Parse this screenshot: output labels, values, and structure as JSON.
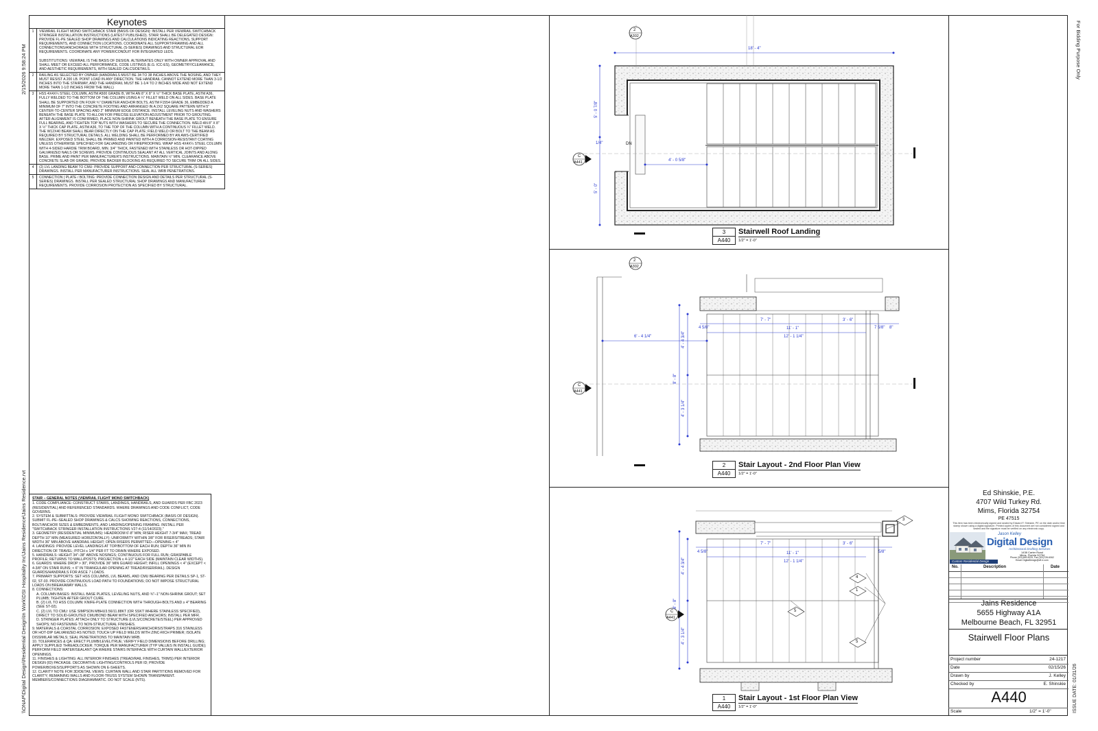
{
  "left_margin": {
    "timestamp": "2/15/2026 9:58:24 PM",
    "file_path": "\\\\ONAP\\Digital Design\\Residential Design\\In Work\\DSI Hospitality Inc\\Jains Residence\\Jains Residence.rvt"
  },
  "right_margin": {
    "bidding_note": "For Bidding Purpose Only",
    "issue_date": "ISSUE DATE: 01/31/26"
  },
  "keynotes": {
    "title": "Keynotes",
    "items": [
      {
        "num": "1",
        "text": "VIEWRAIL FLIGHT MONO SWITCHBACK STAIR (BASIS OF DESIGN): INSTALL PER VIEWRAIL SWITCHBACK STRINGER INSTALLATION INSTRUCTIONS (LATEST PUBLISHED). STAIR SHALL BE DELEGATED DESIGN: PROVIDE FL-PE SEALED SHOP DRAWINGS AND CALCULATIONS INDICATING REACTIONS, SUPPORT REQUIREMENTS, AND CONNECTION LOCATIONS. COORDINATE ALL SUPPORT/FRAMING AND ALL CONNECTIONS/ANCHORAGE WITH STRUCTURAL (S-SERIES) DRAWINGS AND STRUCTURAL EOR REQUIREMENTS. COORDINATE ANY POWER/CONDUIT FOR INTEGRATED LEDS.\n\nSUBSTITUTIONS: VIEWRAIL IS THE BASIS OF DESIGN. ALTERNATES ONLY WITH OWNER APPROVAL AND SHALL MEET OR EXCEED ALL PERFORMANCE, CODE LISTINGS (E.G. ICC-ES), GEOMETRY/CLEARANCE, AND AESTHETIC REQUIREMENTS, WITH SEALED CALCS/DETAILS."
      },
      {
        "num": "2",
        "text": "RAILING AS SELECTED BY OWNER (HANDRAILS MUST BE 34 TO 38 INCHES ABOVE THE NOSING, AND THEY MUST RESIST A 200 LB. POINT LOAD IN ANY DIRECTION. THE HANDRAIL CANNOT EXTEND MORE THAN 3-1/2 INCHES INTO THE STAIRWAY, AND THE HANDRAIL MUST BE 1-1/4 TO 2 INCHES WIDE AND NOT EXTEND MORE THAN 1-1/2 INCHES FROM THE WALL)"
      },
      {
        "num": "3",
        "text": "HSS 4X4X¼ STEEL COLUMN, ASTM A500 GRADE B, WITH AN 8\" X 8\" X ½\" THICK BASE PLATE, ASTM A36, FULLY WELDED TO THE BOTTOM OF THE COLUMN USING A ¼\" FILLET WELD ON ALL SIDES. BASE PLATE SHALL BE SUPPORTED ON FOUR ¾\" DIAMETER ANCHOR BOLTS, ASTM F1554 GRADE 36, EMBEDDED A MINIMUM OF 7\" INTO THE CONCRETE FOOTING AND ARRANGED IN A 2X2 SQUARE PATTERN WITH 5\" CENTER-TO-CENTER SPACING AND 2\" MINIMUM EDGE DISTANCE. INSTALL LEVELING NUTS AND WASHERS BENEATH THE BASE PLATE TO ALLOW FOR PRECISE ELEVATION ADJUSTMENT PRIOR TO GROUTING. AFTER ALIGNMENT IS CONFIRMED, PLACE NON-SHRINK GROUT BENEATH THE BASE PLATE TO ENSURE FULL BEARING, AND TIGHTEN TOP NUTS WITH WASHERS TO SECURE THE CONNECTION. WELD AN 8\" X 8\" X ½\" THICK CAP PLATE, ASTM A36, TO THE TOP OF THE COLUMN WITH A CONTINUOUS ¼\" FILLET WELD. THE W12X40 BEAM SHALL BEAR DIRECTLY ON THE CAP PLATE; FIELD WELD OR BOLT TO THE BEAM AS REQUIRED BY STRUCTURAL DETAILS. ALL WELDING SHALL BE PERFORMED BY AN AWS-CERTIFIED WELDER. EXPOSED STEEL SHALL BE PRIMED AND PAINTED WITH A CORROSION-RESISTANT COATING UNLESS OTHERWISE SPECIFIED FOR GALVANIZING OR FIREPROOFING. WRAP HSS 4X4X¼ STEEL COLUMN WITH 4-SIDED HARDIE TRIM BOARD, MIN. 3/4\" THICK, FASTENED WITH STAINLESS OR HOT-DIPPED GALVANIZED NAILS OR SCREWS. PROVIDE CONTINUOUS SEALANT AT ALL VERTICAL JOINTS AND ALONG BASE. PRIME AND PAINT PER MANUFACTURER'S INSTRUCTIONS. MAINTAIN ½\" MIN. CLEARANCE ABOVE CONCRETE SLAB OR GRADE; PROVIDE BACKER BLOCKING AS REQUIRED TO SECURE TRIM ON ALL SIDES."
      },
      {
        "num": "4",
        "text": "(2) LVL LANDING BEAM TO CMU: PROVIDE SUPPORT AND CONNECTION PER STRUCTURAL (S-SERIES) DRAWINGS. INSTALL PER MANUFACTURER INSTRUCTIONS. SEAL ALL WRB PENETRATIONS."
      },
      {
        "num": "5",
        "text": "CONNECTION ( PLATE / BOLTING: PROVIDE CONNECTION DESIGN AND DETAILS PER STRUCTURAL (S-SERIES) DRAWINGS. INSTALL PER SEALED STRUCTURAL SHOP DRAWINGS AND MANUFACTURER REQUIREMENTS. PROVIDE CORROSION PROTECTION AS SPECIFIED BY STRUCTURAL."
      }
    ]
  },
  "general_notes": {
    "title": "STAIR – GENERAL NOTES (VIEWRAIL FLIGHT MONO SWITCHBACK)",
    "items": [
      "1. CODE COMPLIANCE: CONSTRUCT STAIRS, LANDINGS, HANDRAILS, AND GUARDS PER FBC 2023 (RESIDENTIAL) AND REFERENCED STANDARDS. WHERE DRAWINGS AND CODE CONFLICT, CODE GOVERNS.",
      "2. SYSTEM & SUBMITTALS: PROVIDE VIEWRAIL FLIGHT MONO SWITCHBACK (BASIS OF DESIGN). SUBMIT FL-PE–SEALED SHOP DRAWINGS & CALCS SHOWING REACTIONS, CONNECTIONS, BOLT/ANCHOR SIZES & EMBEDMENTS, AND LANDING/OPENING FRAMING. INSTALL PER \"SWITCHBACK STRINGER INSTALLATION INSTRUCTIONS V27-4 (11/14/2023).\"",
      "3. GEOMETRY (RESIDENTIAL MINIMUMS): HEADROOM 6'-8\" MIN; RISER HEIGHT 7-3/4\" MAX; TREAD DEPTH 10\" MIN (MEASURED HORIZONTALLY); UNIFORMITY WITHIN 3/8\" FOR RISERS/TREADS; STAIR WIDTH 36\" MIN ABOVE HANDRAIL HEIGHT; OPEN RISERS PERMITTED—OPENING < 4\"",
      "4. LANDINGS: PROVIDE LEVEL LANDINGS AT TOP/BOTTOM OF EACH RUN; DEPTH 36\" MIN IN DIRECTION OF TRAVEL; PITCH ≤ 1/4\" PER FT TO DRAIN WHERE EXPOSED.",
      "5. HANDRAILS: HEIGHT 34\"–38\" ABOVE NOSINGS; CONTINUOUS FOR FULL RUN; GRASPABLE PROFILE; RETURNS TO WALL/POSTS; PROJECTION ≤ 4-1/2\" EACH SIDE (MAINTAIN CLEAR WIDTHS).",
      "6. GUARDS: WHERE DROP > 30\", PROVIDE 36\" MIN GUARD HEIGHT; INFILL OPENINGS < 4\" (EXCEPT < 4-3/8\" ON STAIR RUNS; < 6\" IN TRIANGULAR OPENING AT TREAD/RISER/RAIL). DESIGN GUARDS/HANDRAILS FOR ASCE 7 LOADS.",
      "7. PRIMARY SUPPORTS: SET HSS COLUMNS, LVL BEAMS, AND CMU BEARING PER DETAILS SP-1, ST-02, ST-03. PROVIDE CONTINUOUS LOAD PATH TO FOUNDATIONS; DO NOT IMPOSE STRUCTURAL LOADS ON BREAKAWAY WALLS.",
      "8. CONNECTIONS:",
      "A. COLUMN BASES: INSTALL BASE PLATES, LEVELING NUTS, AND ¾\"–1\" NON-SHRINK GROUT; SET PLUMB; TIGHTEN AFTER GROUT CURE.",
      "B. (2) LVL TO HSS COLUMN: KNIFE-PLATE CONNECTION WITH THROUGH-BOLTS AND ≥ 4\" BEARING (SEE ST-02).",
      "C. (2) LVL TO CMU: USE SIMPSON MBHU3.56/11.88KT (OR SSKT WHERE STAINLESS SPECIFIED), DIRECT TO SOLID-GROUTED CMU/BOND BEAM WITH SPECIFIED ANCHORS; INSTALL PER MFR.",
      "D. STRINGER PLATES: ATTACH ONLY TO STRUCTURE (LVLS/CONCRETE/STEEL) PER APPROVED SHOPS; NO FASTENING TO NON-STRUCTURAL FINISHES.",
      "9. MATERIALS & COASTAL CORROSION: EXPOSED FASTENERS/ANCHORS/STRAPS 316 STAINLESS OR HOT-DIP GALVANIZED AS NOTED; TOUCH UP FIELD WELDS WITH ZINC-RICH PRIMER; ISOLATE DISSIMILAR METALS; SEAL PENETRATIONS TO MAINTAIN WRB.",
      "10. TOLERANCES & QA: ERECT PLUMB/LEVEL/TRUE; VERIFY FIELD DIMENSIONS BEFORE DRILLING; APPLY SUPPLIED THREADLOCKER; TORQUE PER MANUFACTURER (TYP VALUES IN INSTALL GUIDE); PERFORM FIELD WATER/SEALANT QA WHERE STAIRS INTERFACE WITH CURTAIN WALL/EXTERIOR OPENINGS.",
      "11. FINISHES & LIGHTING: ALL INTERIOR FINISHES (TREAD/RAIL FINISHES, TRIMS) PER INTERIOR DESIGN (ID) PACKAGE. DECORATIVE LIGHTING/CONTROLS PER ID; PROVIDE POWER/BOXES/SUPPORTS AS SHOWN ON E-SHEETS.",
      "12. CLARITY NOTE FOR 3D/DETAIL VIEWS: CURTAIN WALL AND STAIR PARTITIONS REMOVED FOR CLARITY; REMAINING WALLS AND FLOOR-TRUSS SYSTEM SHOWN TRANSPARENT. MEMBERS/CONNECTIONS DIAGRAMMATIC. DO NOT SCALE (NTS)."
    ]
  },
  "views": {
    "roof": {
      "number": "3",
      "sheet": "A440",
      "title": "Stairwell Roof Landing",
      "scale": "1/2\" = 1'-0\"",
      "dims": {
        "top": "18' - 4\"",
        "left_upper": "5' - 0 7/8\"",
        "left_lower": "5' - 0\"",
        "landing": "4' - 0 5/8\"",
        "left_mid": "1/4\""
      },
      "label_dn": "DN",
      "section_top": {
        "num": "2",
        "sheet": "A302"
      },
      "section_left": {
        "num": "C",
        "sheet": "A441"
      }
    },
    "second": {
      "number": "2",
      "sheet": "A440",
      "title": "Stair Layout - 2nd Floor Plan View",
      "scale": "1/2\" = 1'-0\"",
      "dims": {
        "left_total": "6' - 4 1/4\"",
        "run1": "7' - 7\"",
        "run2": "11' - 1\"",
        "run3": "12' - 1 1/4\"",
        "run4": "3' - 6\"",
        "small_l": "4 5/8\"",
        "small_r": "7 5/8\"",
        "small_rr": "8\"",
        "v_top": "4' - 4 3/4\"",
        "v_mid": "8' - 8\"",
        "v_bot": "4' - 3 1/4\""
      },
      "section_top": {
        "num": "2",
        "sheet": "A302"
      },
      "section_left": {
        "num": "C",
        "sheet": "A441"
      }
    },
    "first": {
      "number": "1",
      "sheet": "A440",
      "title": "Stair Layout - 1st Floor Plan View",
      "scale": "1/2\" = 1'-0\"",
      "dims": {
        "run1": "7' - 7\"",
        "run2": "11' - 1\"",
        "run3": "12' - 1 1/4\"",
        "run4": "3' - 6\"",
        "small_l": "4 5/8\"",
        "small_r": "5/8\"",
        "v_top": "4' - 4 3/4\"",
        "v_mid": "8' - 8\"",
        "v_bot": "4' - 3 1/4\""
      },
      "keynote_tags": [
        "3",
        "4",
        "1",
        "5",
        "5"
      ],
      "section_left": {
        "num": "C",
        "sheet": "A441"
      }
    }
  },
  "title_block": {
    "engineer_name": "Ed Shinskie, P.E.",
    "engineer_address": "4707 Wild Turkey Rd.",
    "engineer_city": "Mims, Florida 32754",
    "engineer_license": "PE 47515",
    "seal_note": "This item has been electronically signed and sealed by Edward F. Shinskie, PE on the date and/or time stamp shown using a digital signature. Printed copies of this document are not considered signed and sealed and the signature must be verified on any electronic copy.",
    "company_owner": "Jason Kelley",
    "company_name": "Digital Design",
    "company_tagline": "Architectural Drafting Services",
    "company_address": "1438 Carter Road",
    "company_city": "Mims, Florida 32754",
    "company_phone": "Phone (321)269-8233, Fax (321)726-6062",
    "company_email": "Email: DigitalDesign@cfl.rr.com",
    "company_banner": "Custom Residential Design",
    "rev_headers": {
      "no": "No.",
      "description": "Description",
      "date": "Date"
    },
    "project_name": "Jains Residence",
    "project_address": "5655 Highway A1A",
    "project_city": "Melbourne Beach, FL 32951",
    "sheet_title": "Stairwell Floor Plans",
    "info": [
      {
        "label": "Project number",
        "value": "24-1217"
      },
      {
        "label": "Date",
        "value": "02/15/26"
      },
      {
        "label": "Drawn by",
        "value": "J. Kelley"
      },
      {
        "label": "Checked by",
        "value": "E. Shinskie"
      }
    ],
    "sheet_number": "A440",
    "scale_label": "Scale",
    "scale_value": "1/2\" = 1'-0\""
  }
}
